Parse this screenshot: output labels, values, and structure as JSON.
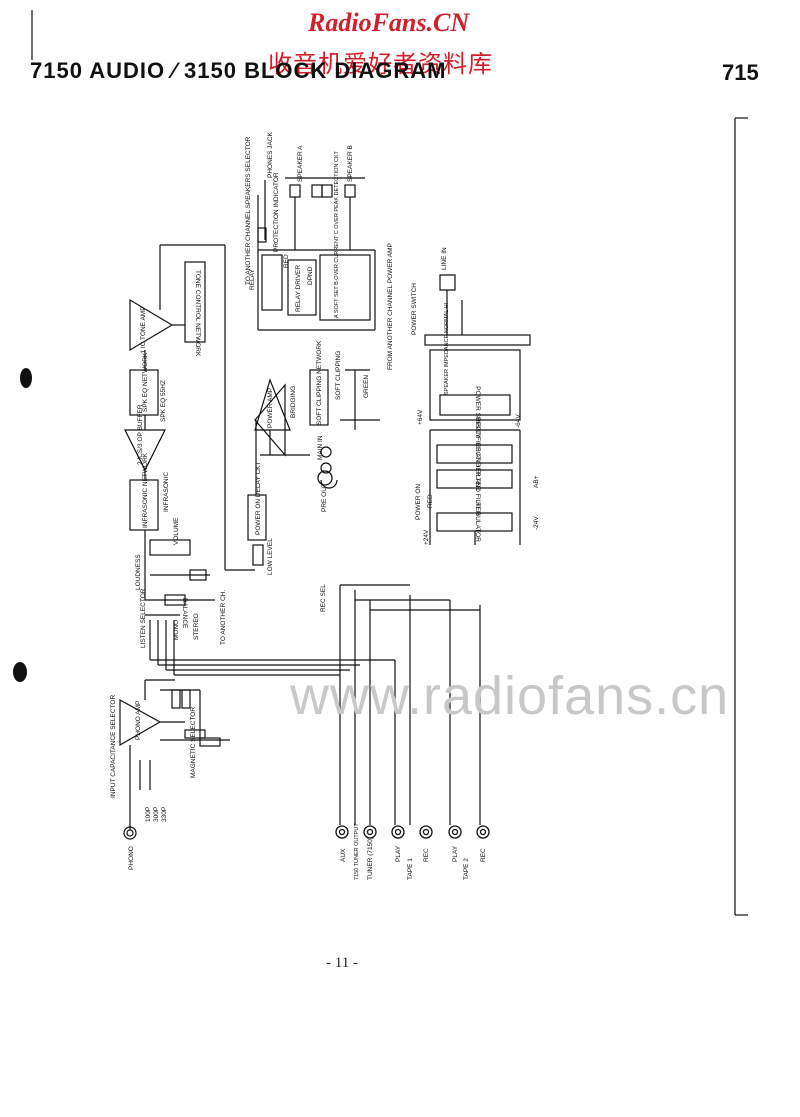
{
  "watermark": {
    "site": "RadioFans.CN",
    "chinese": "收音机爱好者资料库",
    "url": "www.radiofans.cn"
  },
  "header": {
    "title": "7150  AUDIO ⁄ 3150  BLOCK DIAGRAM",
    "right_fragment": "715"
  },
  "footer": {
    "page_number": "- 11 -"
  },
  "blocks": {
    "tone_control_network": "TONE CONTROL NETWORK",
    "tone_amp": "1 IC TONE AMP",
    "spk_eq_network": "SPK EQ NETWORK",
    "spk_eq_label": "SPK EQ 55HZ",
    "buffer": "2 ICS/3 OP BUFFER",
    "infrasonic_network": "INFRASONIC NETWORK",
    "infrasonic": "INFRASONIC",
    "volume": "VOLUME",
    "loudness": "LOUDNESS",
    "balance": "BALANCE",
    "to_another_ch": "TO ANOTHER CH.",
    "listen_selector": "LISTEN SELECTOR",
    "mono": "MONO",
    "stereo": "STEREO",
    "phono_amp": "PHONO AMP",
    "input_capacitance_selector": "INPUT CAPACITANCE SELECTOR",
    "cap_100p": "100P",
    "cap_300p": "300P",
    "cap_330p": "330P",
    "phono": "PHONO",
    "magnetic_selector": "MAGNETIC SELECTOR",
    "power_amp": "POWER AMP",
    "bridging": "BRIDGING",
    "soft_clipping_network": "SOFT CLIPPING NETWORK",
    "soft_clipping": "SOFT CLIPPING",
    "green": "GREEN",
    "main_in": "MAIN IN",
    "pre_out": "PRE OUT",
    "power_on_delay": "POWER ON DELAY CKT",
    "low_level": "LOW LEVEL",
    "relay": "RELAY",
    "relay_driver": "RELAY DRIVER",
    "protection_indicator": "PROTECTION INDICATOR",
    "red": "RED",
    "dpnd": "DPND",
    "detection_ckt": "A SOFT SET B OVER CURRENT C OVER PEAK DETECTION CKT",
    "from_another_channel": "FROM ANOTHER CHANNEL POWER AMP",
    "to_another_channel_selector": "TO ANOTHER CHANNEL SPEAKERS SELECTOR",
    "phones_jack": "PHONES JACK",
    "speaker_a": "SPEAKER A",
    "speaker_b": "SPEAKER B",
    "line_in": "LINE IN",
    "power_switch": "POWER SWITCH",
    "speaker_impedance": "SPEAKER IMPEDANCE NORMAL HI",
    "power_supply": "POWER SUPPLY",
    "rectifier_filter": "RECTIFIER AND FILTER",
    "regulator": "REGULATOR",
    "power_on": "POWER ON",
    "power_on_red": "RED",
    "v_plus_64": "+64V",
    "v_minus_64": "-64V",
    "v_plus_24": "+24V",
    "v_minus_24": "-24V",
    "v_plus_ab": "AB+",
    "rec_sel": "REC SEL",
    "aux": "AUX",
    "tuner": "TUNER (7150)",
    "tuner_note": "7150 TUNER OUTPUT",
    "tape1": "TAPE 1",
    "tape2": "TAPE 2",
    "play": "PLAY",
    "rec": "REC"
  }
}
